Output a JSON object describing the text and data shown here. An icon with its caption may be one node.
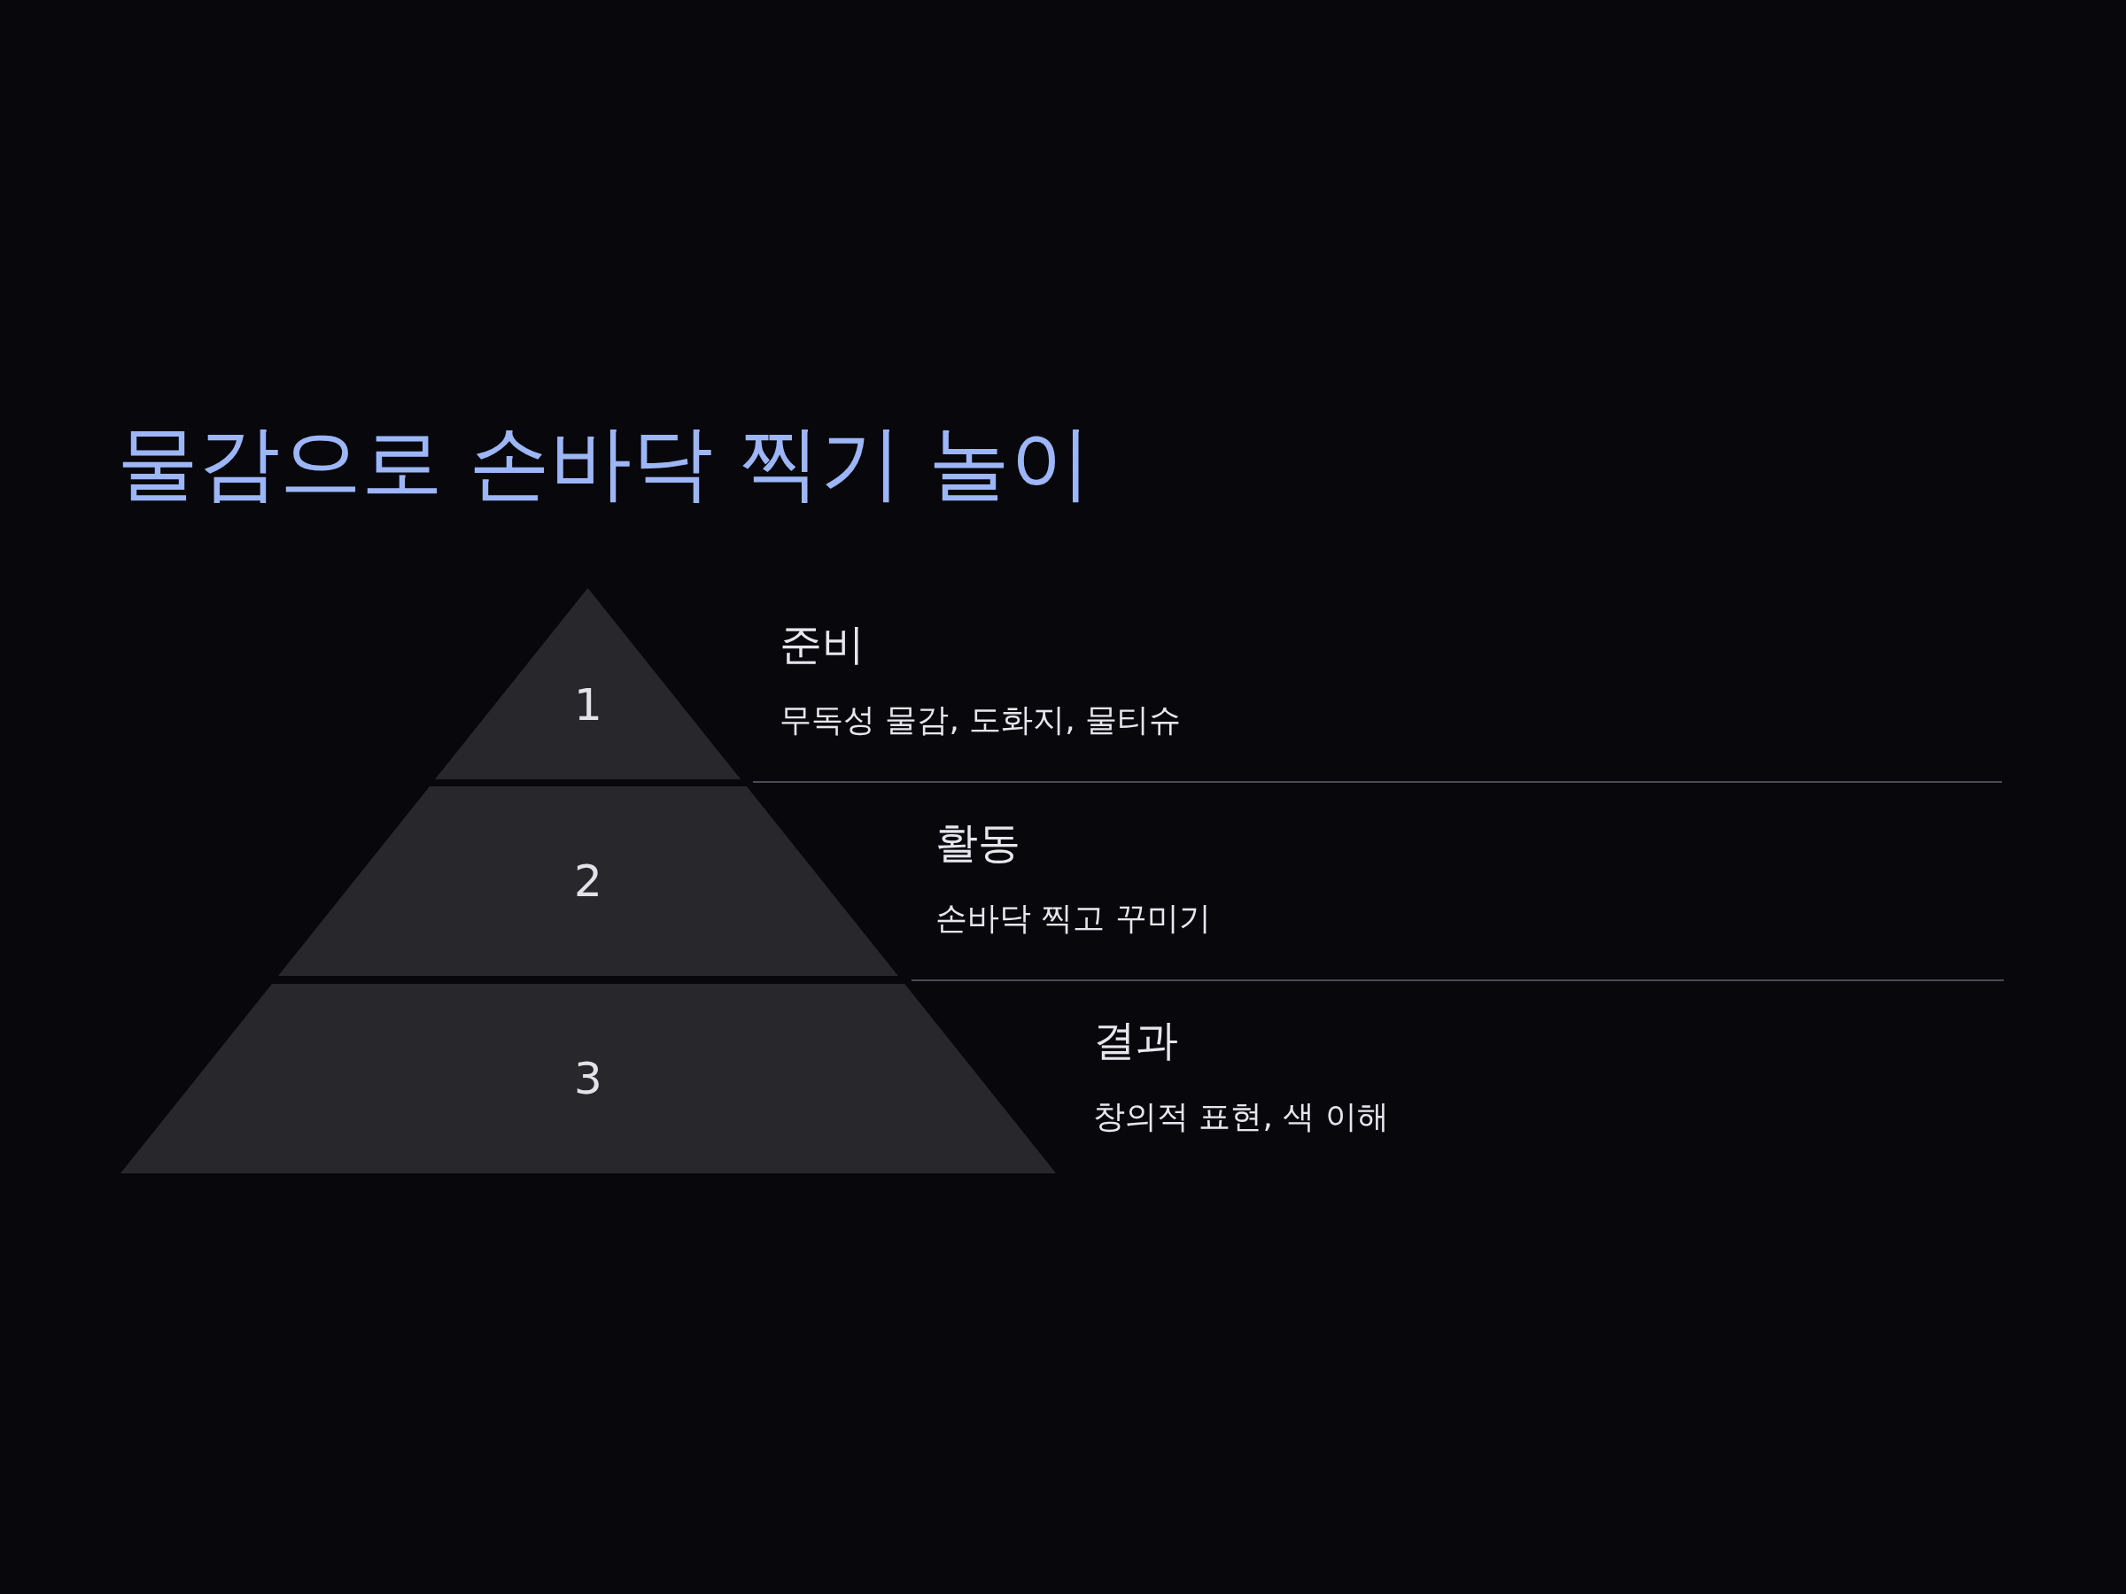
{
  "diagram": {
    "title": "물감으로 손바닥 찍기 놀이",
    "nodes": [
      {
        "text": [
          "1"
        ],
        "beside": [
          "준비",
          "무독성 물감, 도화지, 물티슈"
        ]
      },
      {
        "text": [
          "2"
        ],
        "beside": [
          "활동",
          "손바닥 찍고 꾸미기"
        ]
      },
      {
        "text": [
          "3"
        ],
        "beside": [
          "결과",
          "창의적 표현, 색 이해"
        ]
      }
    ]
  }
}
